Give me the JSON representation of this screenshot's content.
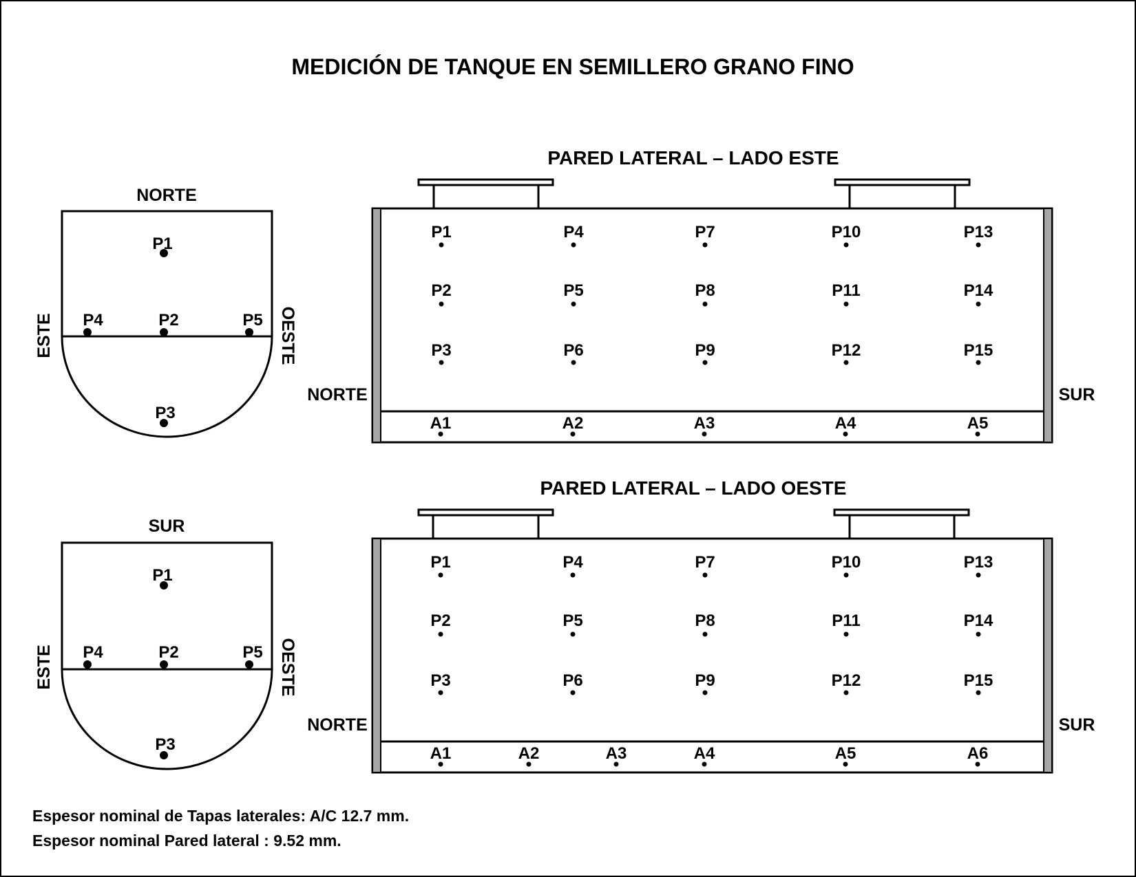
{
  "title": "MEDICIÓN DE TANQUE EN SEMILLERO GRANO FINO",
  "end_caps": [
    {
      "top_label": "NORTE",
      "left_label": "ESTE",
      "right_label": "OESTE",
      "points": [
        "P1",
        "P2",
        "P3",
        "P4",
        "P5"
      ]
    },
    {
      "top_label": "SUR",
      "left_label": "ESTE",
      "right_label": "OESTE",
      "points": [
        "P1",
        "P2",
        "P3",
        "P4",
        "P5"
      ]
    }
  ],
  "side_walls": [
    {
      "title": "PARED LATERAL – LADO ESTE",
      "left_label": "NORTE",
      "right_label": "SUR",
      "grid_points": [
        [
          "P1",
          "P4",
          "P7",
          "P10",
          "P13"
        ],
        [
          "P2",
          "P5",
          "P8",
          "P11",
          "P14"
        ],
        [
          "P3",
          "P6",
          "P9",
          "P12",
          "P15"
        ]
      ],
      "bottom_points": [
        "A1",
        "A2",
        "A3",
        "A4",
        "A5"
      ]
    },
    {
      "title": "PARED LATERAL – LADO OESTE",
      "left_label": "NORTE",
      "right_label": "SUR",
      "grid_points": [
        [
          "P1",
          "P4",
          "P7",
          "P10",
          "P13"
        ],
        [
          "P2",
          "P5",
          "P8",
          "P11",
          "P14"
        ],
        [
          "P3",
          "P6",
          "P9",
          "P12",
          "P15"
        ]
      ],
      "bottom_points": [
        "A1",
        "A2",
        "A3",
        "A4",
        "A5",
        "A6"
      ]
    }
  ],
  "notes": [
    "Espesor nominal de Tapas laterales: A/C 12.7 mm.",
    "Espesor nominal Pared lateral : 9.52 mm."
  ],
  "colors": {
    "line": "#000000",
    "end_wall_fill": "#a6a6a6",
    "background": "#ffffff"
  }
}
